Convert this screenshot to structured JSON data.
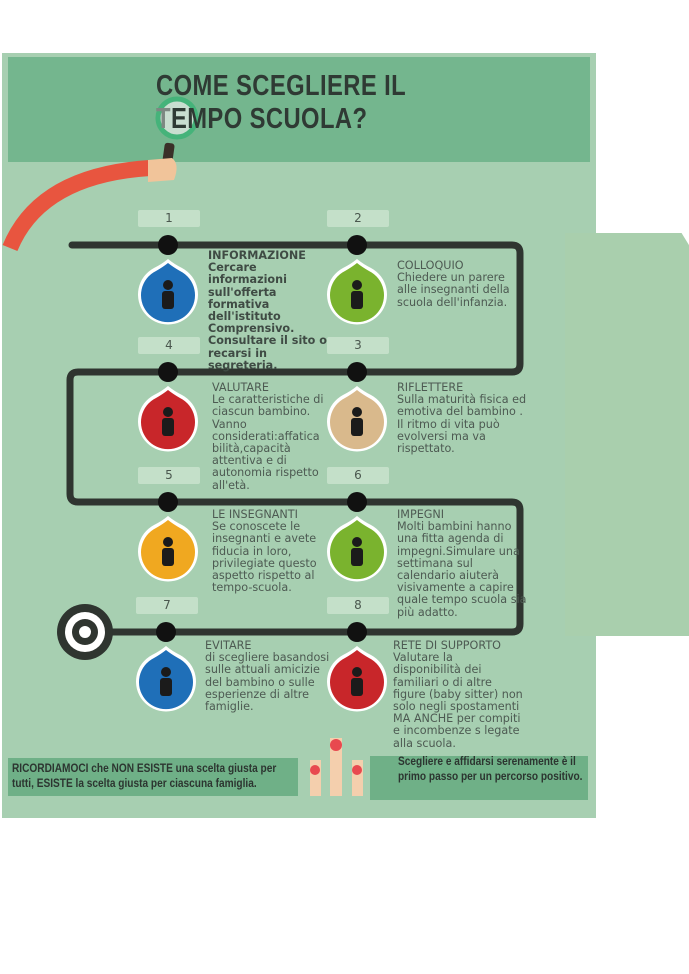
{
  "title": {
    "line1": "COME SCEGLIERE IL",
    "line2_magnified_letter": "T",
    "line2_rest": "EMPO SCUOLA?"
  },
  "colors": {
    "panel": "#a7cfb1",
    "header": "#74b68e",
    "path": "#2f3530",
    "arm": "#e8553f"
  },
  "steps": [
    {
      "number": "1",
      "heading": "INFORMAZIONE",
      "text": "Cercare informazioni sull'offerta formativa dell'istituto Comprensivo. Consultare il sito o recarsi in segreteria.",
      "icon": "laptop-icon",
      "icon_color": "#1f6fb8"
    },
    {
      "number": "2",
      "heading": "COLLOQUIO",
      "text": "Chiedere un parere alle insegnanti della scuola dell'infanzia.",
      "icon": "school-building-icon",
      "icon_color": "#7ab32e"
    },
    {
      "number": "3",
      "heading": "RIFLETTERE",
      "text": "Sulla maturità fisica ed emotiva del bambino . Il ritmo di vita può evolversi ma va rispettato.",
      "icon": "walking-man-icon",
      "icon_color": "#d9b98c"
    },
    {
      "number": "4",
      "heading": "VALUTARE",
      "text": "Le caratteristiche di ciascun bambino.  Vanno considerati:affatica bilità,capacità attentiva e di autonomia rispetto all'età.",
      "icon": "schoolgirl-icon",
      "icon_color": "#c8262a"
    },
    {
      "number": "5",
      "heading": "LE INSEGNANTI",
      "text": "Se conoscete le insegnanti e avete fiducia in loro, privilegiate questo aspetto rispetto al tempo-scuola.",
      "icon": "teacher-icon",
      "icon_color": "#f0a820"
    },
    {
      "number": "6",
      "heading": "IMPEGNI",
      "text": "Molti bambini hanno una fitta agenda di impegni.Simulare una settimana sul calendario aiuterà visivamente a capire  quale tempo scuola sia più adatto.",
      "icon": "hula-hoop-icon",
      "icon_color": "#7ab32e"
    },
    {
      "number": "7",
      "heading": "EVITARE",
      "text": "di scegliere basandosi  sulle attuali amicizie del bambino o sulle esperienze di altre famiglie.",
      "icon": "children-crossing-icon",
      "icon_color": "#1f6fb8"
    },
    {
      "number": "8",
      "heading": "RETE DI SUPPORTO",
      "text": "Valutare la disponibilità dei familiari o di altre figure (baby sitter) non solo negli spostamenti MA ANCHE per compiti e incombenze s legate alla scuola.",
      "icon": "grandparents-icon",
      "icon_color": "#c8262a"
    }
  ],
  "footer": {
    "left_prefix": "RICORDIAMOCI che ",
    "left_b1": "NON ESISTE",
    "left_mid": " una scelta giusta per tutti, ",
    "left_b2": "ESISTE",
    "left_end": " la scelta giusta per ciascuna famiglia.",
    "right": "Scegliere e affidarsi serenamente è il primo passo per un percorso positivo."
  }
}
